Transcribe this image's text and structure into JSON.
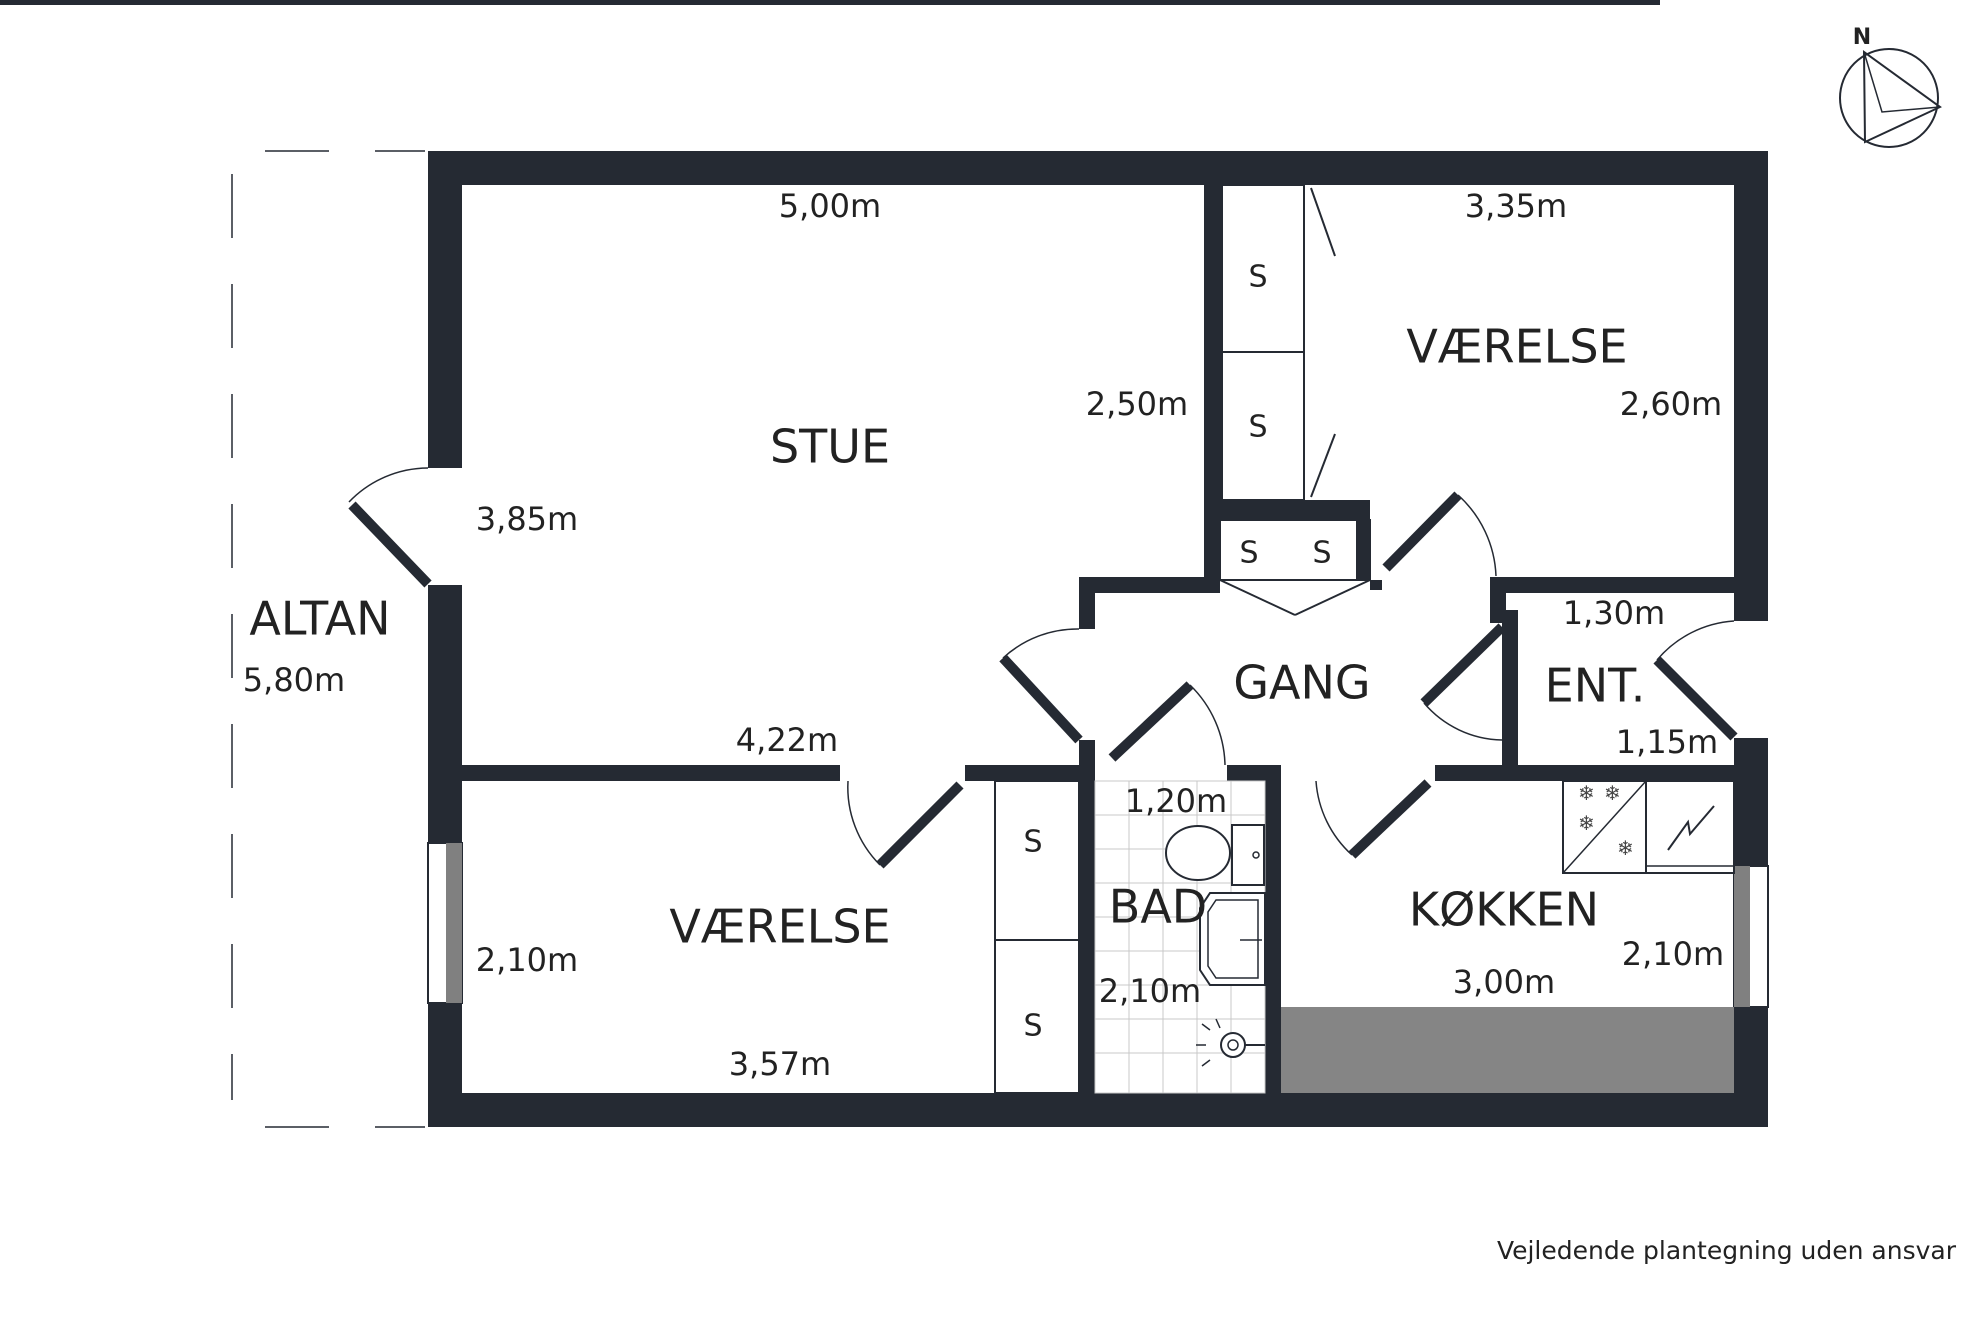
{
  "rooms": {
    "stue": "STUE",
    "vaerelse_top": "VÆRELSE",
    "vaerelse_bottom": "VÆRELSE",
    "altan": "ALTAN",
    "gang": "GANG",
    "entre": "ENT.",
    "bad": "BAD",
    "koekken": "KØKKEN"
  },
  "dimensions": {
    "stue_width": "5,00m",
    "stue_right": "2,50m",
    "stue_left": "3,85m",
    "stue_bottom": "4,22m",
    "vaerelse_top_width": "3,35m",
    "vaerelse_top_height": "2,60m",
    "altan_length": "5,80m",
    "entre_width": "1,30m",
    "entre_height": "1,15m",
    "bad_width": "1,20m",
    "bad_height": "2,10m",
    "vaerelse_bottom_height": "2,10m",
    "vaerelse_bottom_width": "3,57m",
    "koekken_height": "2,10m",
    "koekken_width": "3,00m"
  },
  "closets": {
    "s1": "S",
    "s2": "S",
    "s3": "S",
    "s4": "S",
    "s5": "S",
    "s6": "S"
  },
  "compass": {
    "label": "N"
  },
  "footer": {
    "note": "Vejledende plantegning uden ansvar"
  },
  "colors": {
    "wall": "#252a33",
    "counter": "#858585",
    "window": "#808080"
  }
}
